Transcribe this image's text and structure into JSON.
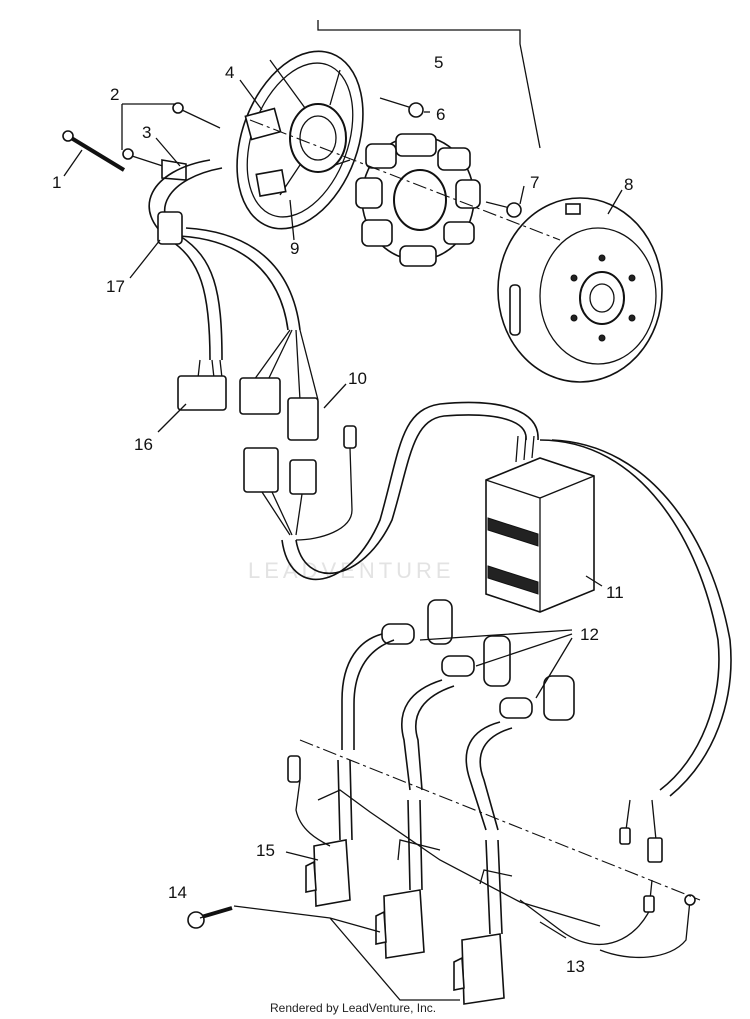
{
  "diagram": {
    "callouts": [
      "1",
      "2",
      "3",
      "4",
      "5",
      "6",
      "7",
      "8",
      "9",
      "10",
      "11",
      "12",
      "13",
      "14",
      "15",
      "16",
      "17"
    ]
  },
  "watermark": "LEADVENTURE",
  "footer": "Rendered by LeadVenture, Inc."
}
